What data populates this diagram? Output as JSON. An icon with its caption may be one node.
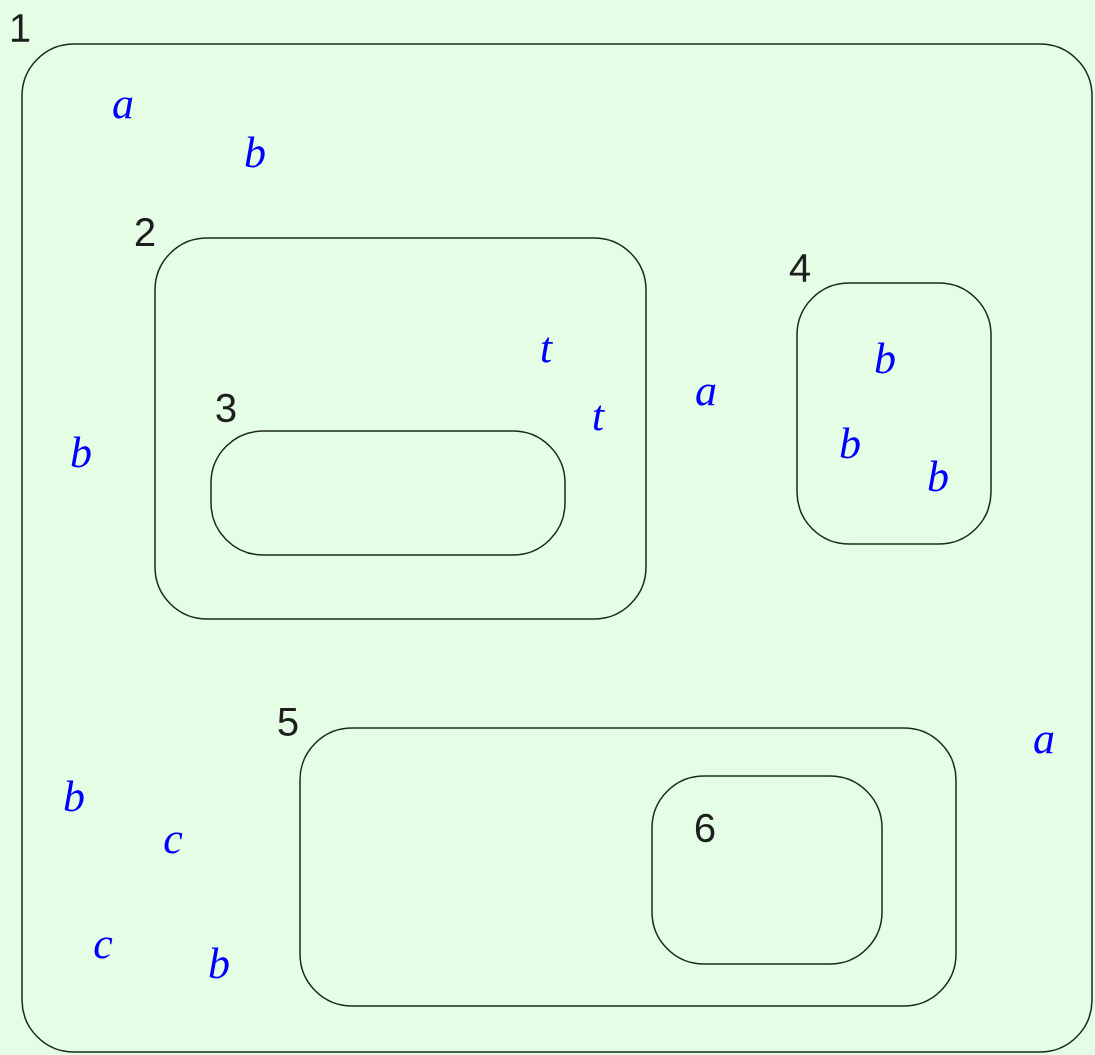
{
  "diagram": {
    "nodes": [
      {
        "text": [
          "1"
        ]
      },
      {
        "text": [
          "2"
        ],
        "in": 0
      },
      {
        "text": [
          "3"
        ],
        "in": 1
      },
      {
        "text": [
          "4"
        ],
        "in": 0
      },
      {
        "text": [
          "5"
        ],
        "in": 0
      },
      {
        "text": [
          "6"
        ],
        "in": 4
      }
    ],
    "labels": [
      "a",
      "b",
      "t",
      "b",
      "a",
      "t",
      "b",
      "b",
      "b",
      "a",
      "b",
      "c",
      "c",
      "b"
    ]
  }
}
